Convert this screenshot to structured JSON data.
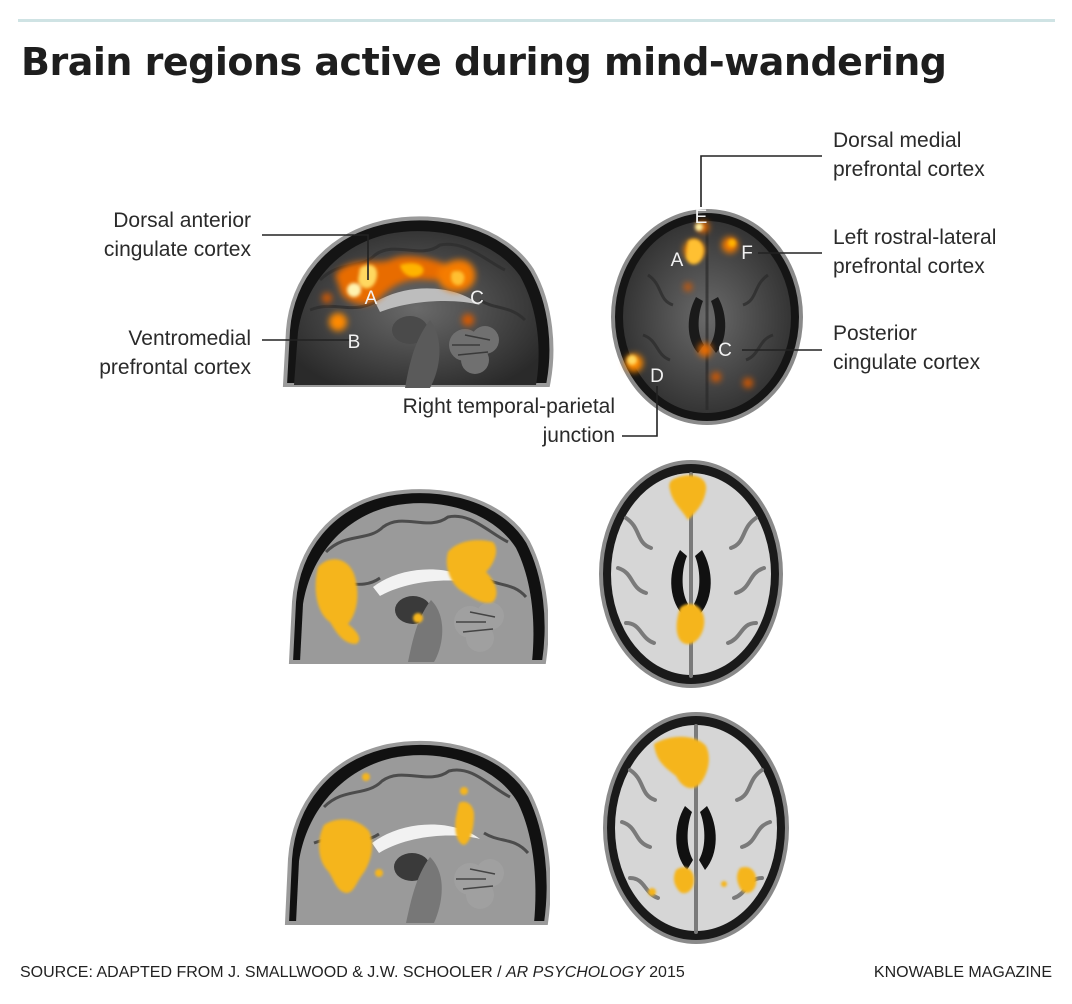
{
  "title": "Brain regions active during mind-wandering",
  "labels": {
    "dorsal_anterior_cingulate": [
      "Dorsal anterior",
      "cingulate cortex"
    ],
    "ventromedial_prefrontal": [
      "Ventromedial",
      "prefrontal cortex"
    ],
    "dorsal_medial_prefrontal": [
      "Dorsal medial",
      "prefrontal cortex"
    ],
    "left_rostral_lateral_prefrontal": [
      "Left rostral-lateral",
      "prefrontal cortex"
    ],
    "posterior_cingulate": [
      "Posterior",
      "cingulate cortex"
    ],
    "right_temporal_parietal_junction": [
      "Right temporal-parietal",
      "junction"
    ]
  },
  "region_letters": {
    "sagittal": [
      "A",
      "B",
      "C"
    ],
    "axial": [
      "E",
      "F",
      "A",
      "C",
      "D"
    ]
  },
  "footer": {
    "source_prefix": "SOURCE: ADAPTED FROM J. SMALLWOOD & J.W. SCHOOLER / ",
    "source_journal": "AR PSYCHOLOGY",
    "source_year": " 2015",
    "credit": "KNOWABLE MAGAZINE"
  },
  "colors": {
    "accent_rule": "#cfe3e4",
    "activation_hot": "#ff8a00",
    "activation_yellow": "#f5b51f"
  }
}
